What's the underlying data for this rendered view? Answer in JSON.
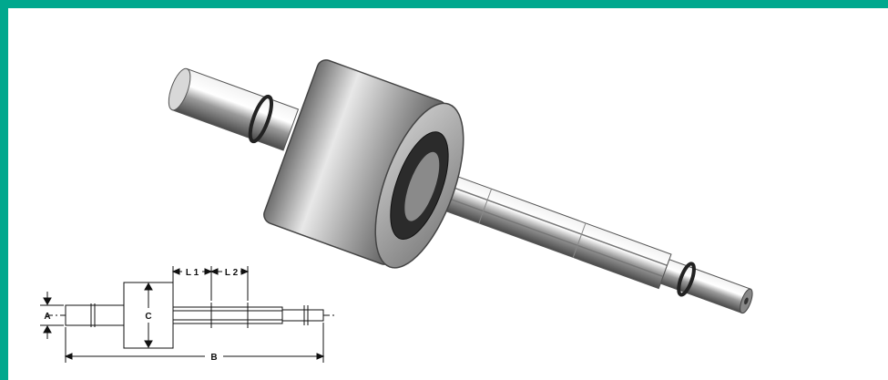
{
  "colors": {
    "border": "#00a88e",
    "background": "#ffffff",
    "line": "#111111"
  },
  "dimensions": {
    "a": "A",
    "b": "B",
    "c": "C",
    "l1": "L 1",
    "l2": "L 2"
  }
}
